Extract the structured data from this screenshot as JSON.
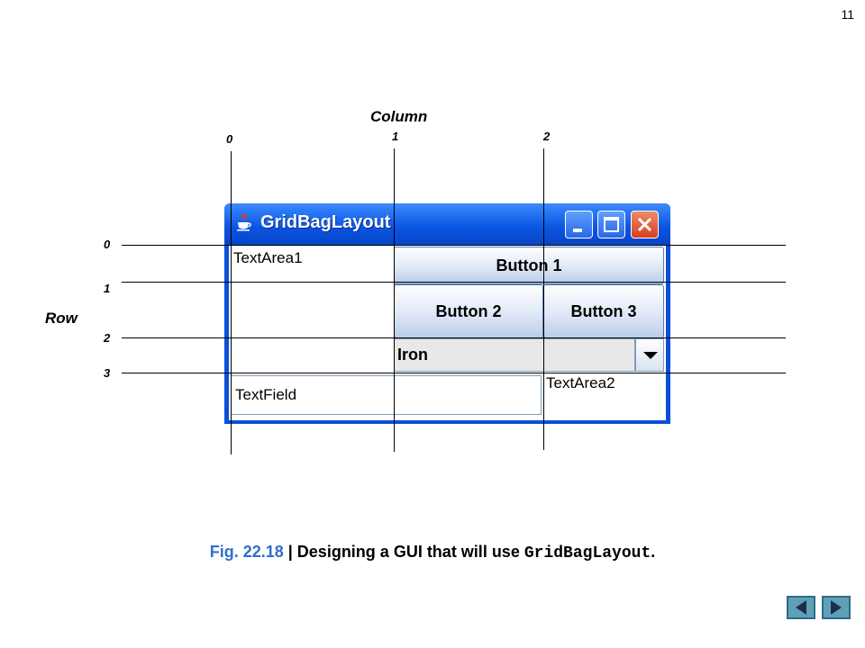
{
  "slide_number": "11",
  "axis": {
    "column_title": "Column",
    "column_numbers": [
      "0",
      "1",
      "2"
    ],
    "row_title": "Row",
    "row_numbers": [
      "0",
      "1",
      "2",
      "3"
    ]
  },
  "window": {
    "title": "GridBagLayout",
    "icon": "java-cup-icon",
    "controls": [
      "minimize-icon",
      "maximize-icon",
      "close-icon"
    ]
  },
  "components": {
    "textarea1": "TextArea1",
    "button1": "Button 1",
    "button2": "Button 2",
    "button3": "Button 3",
    "combo_value": "Iron",
    "textfield": "TextField",
    "textarea2": "TextArea2"
  },
  "caption": {
    "fig": "Fig. 22.18",
    "separator": " | ",
    "text": "Designing a GUI that will use ",
    "code": "GridBagLayout",
    "end": "."
  },
  "nav": {
    "prev_icon": "triangle-left-icon",
    "next_icon": "triangle-right-icon"
  }
}
